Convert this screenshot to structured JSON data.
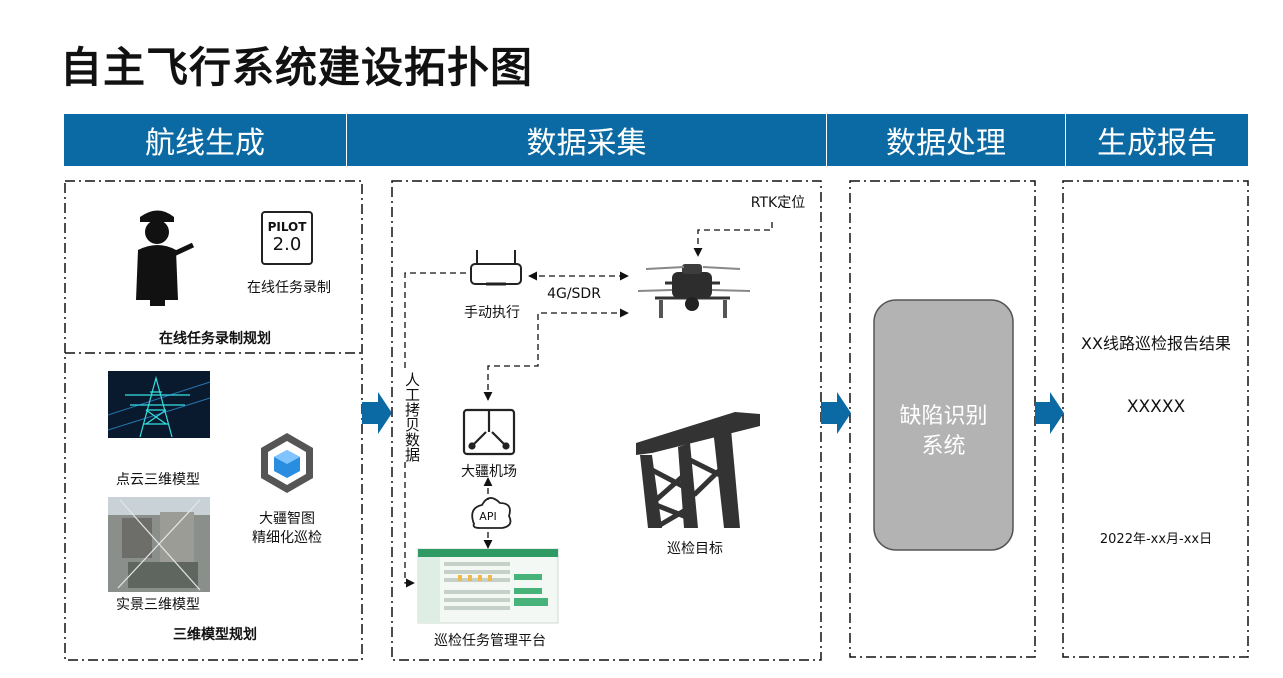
{
  "title": "自主飞行系统建设拓扑图",
  "header": {
    "route": "航线生成",
    "collect": "数据采集",
    "process": "数据处理",
    "report": "生成报告"
  },
  "route_panel": {
    "pilot_line1": "PILOT",
    "pilot_line2": "2.0",
    "online_record": "在线任务录制",
    "online_plan": "在线任务录制规划",
    "pointcloud": "点云三维模型",
    "realscene": "实景三维模型",
    "terra_line1": "大疆智图",
    "terra_line2": "精细化巡检",
    "model_plan": "三维模型规划"
  },
  "collect_panel": {
    "rtk": "RTK定位",
    "link": "4G/SDR",
    "manual": "手动执行",
    "manual_copy": "人工拷贝数据",
    "dock": "大疆机场",
    "api": "API",
    "platform": "巡检任务管理平台",
    "target": "巡检目标"
  },
  "process_panel": {
    "system_line1": "缺陷识别",
    "system_line2": "系统"
  },
  "report_panel": {
    "title": "XX线路巡检报告结果",
    "content": "XXXXX",
    "date": "2022年-xx月-xx日"
  },
  "colors": {
    "header_bg": "#0b6aa3",
    "arrow": "#0b6aa3",
    "system_box": "#b3b3b3"
  }
}
